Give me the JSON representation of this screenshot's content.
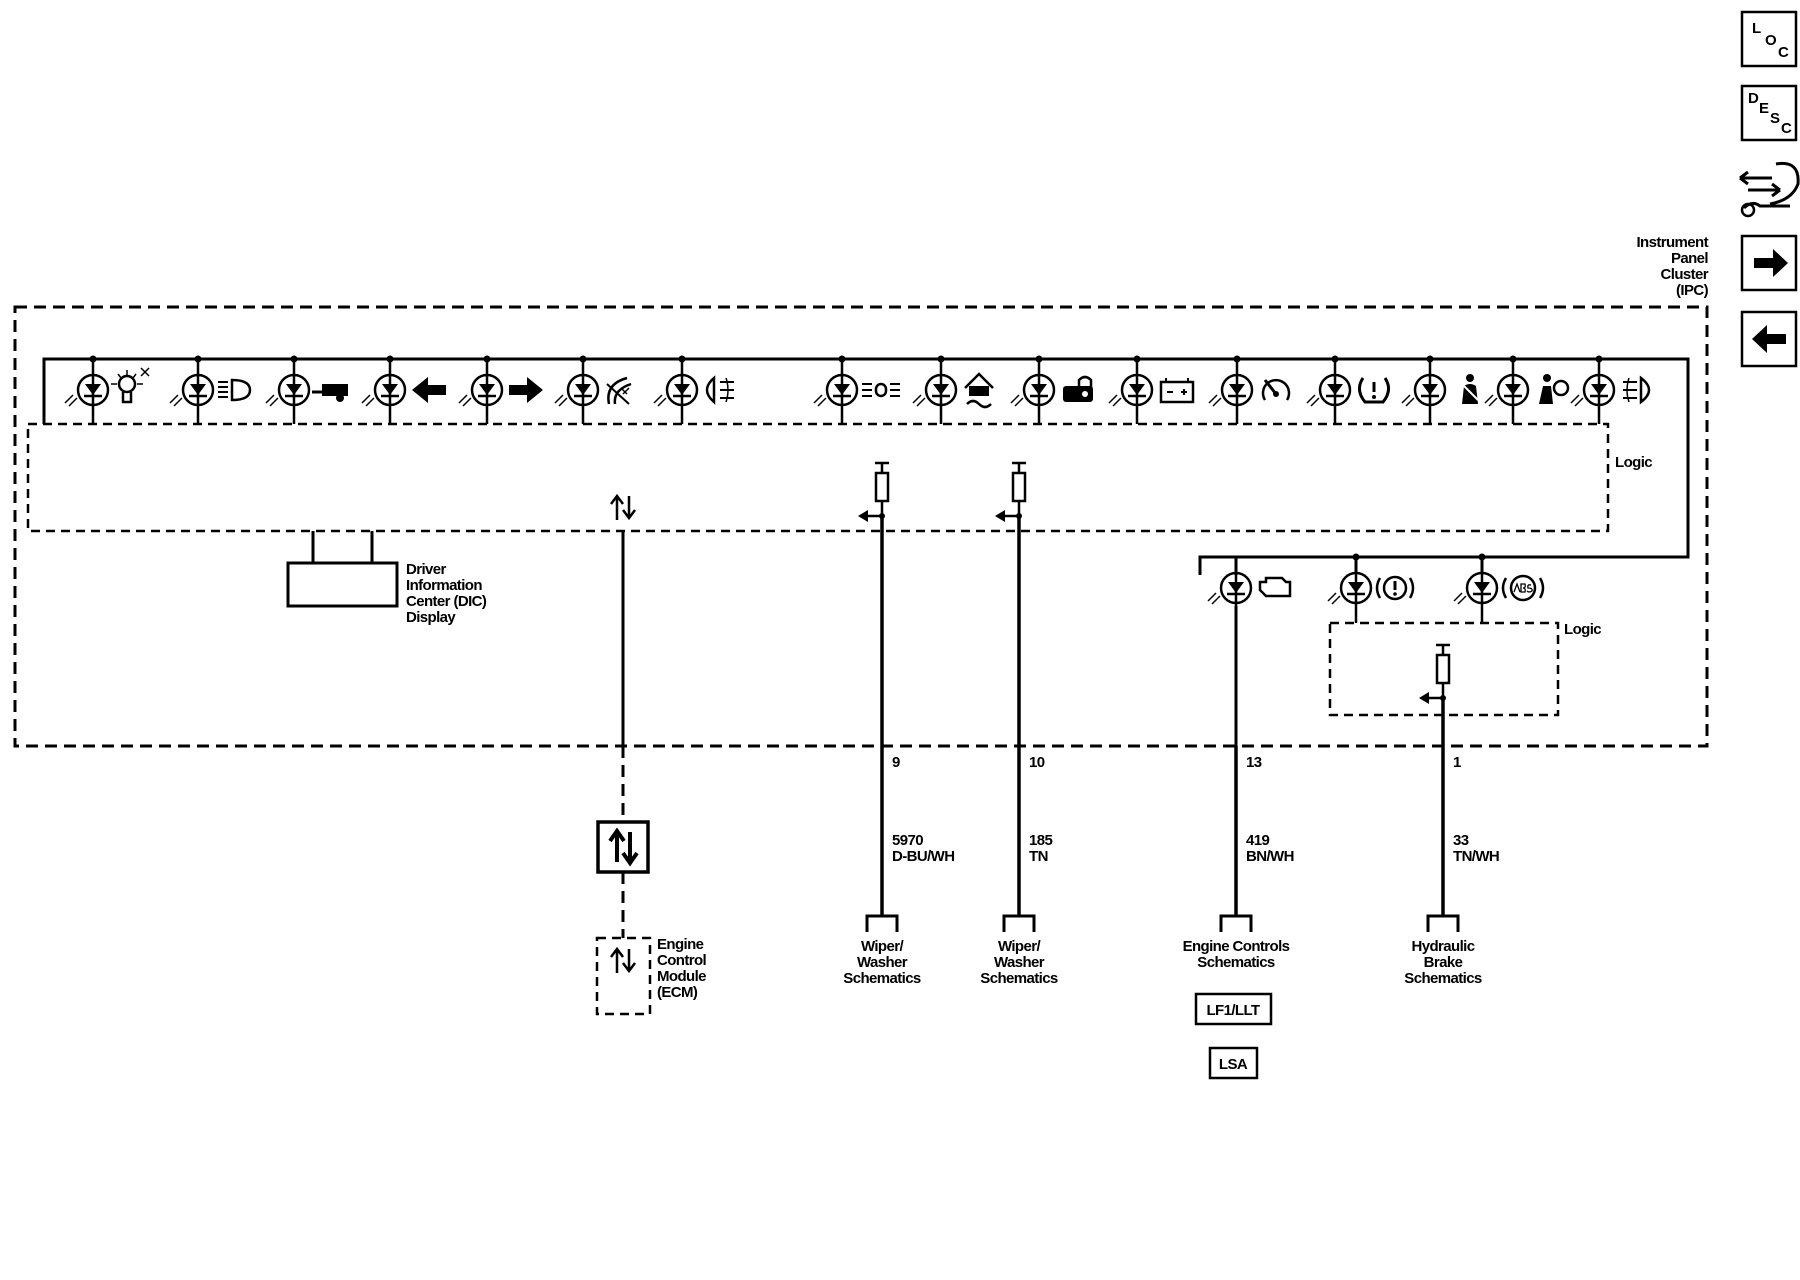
{
  "nav": {
    "loc": {
      "l1": "L",
      "l2": "O",
      "l3": "C"
    },
    "desc": {
      "l1": "D",
      "l2": "E",
      "l3": "S",
      "l4": "C"
    },
    "icons": [
      "connector-wrench-icon",
      "arrow-right-icon",
      "arrow-left-icon"
    ]
  },
  "ipc": {
    "title_lines": [
      "Instrument",
      "Panel",
      "Cluster",
      "(IPC)"
    ],
    "logic_label": "Logic",
    "logic2_label": "Logic"
  },
  "dic": {
    "label_lines": [
      "Driver",
      "Information",
      "Center (DIC)",
      "Display"
    ]
  },
  "indicators": [
    "bulb-failure-icon",
    "low-beam-icon",
    "trailer-icon",
    "turn-left-icon",
    "turn-right-icon",
    "brake-pad-icon",
    "front-fog-icon",
    "parking-lamp-icon",
    "traction-off-icon",
    "security-icon",
    "battery-icon",
    "speed-icon",
    "tire-pressure-icon",
    "seatbelt-icon",
    "airbag-icon",
    "rear-fog-icon"
  ],
  "lower_indicators": [
    "check-engine-icon",
    "brake-warning-icon",
    "abs-icon"
  ],
  "circuits": [
    {
      "pin": "9",
      "circuit": "5970",
      "color": "D-BU/WH",
      "dest_lines": [
        "Wiper/",
        "Washer",
        "Schematics"
      ]
    },
    {
      "pin": "10",
      "circuit": "185",
      "color": "TN",
      "dest_lines": [
        "Wiper/",
        "Washer",
        "Schematics"
      ]
    },
    {
      "pin": "13",
      "circuit": "419",
      "color": "BN/WH",
      "dest_lines": [
        "Engine Controls",
        "Schematics"
      ]
    },
    {
      "pin": "1",
      "circuit": "33",
      "color": "TN/WH",
      "dest_lines": [
        "Hydraulic",
        "Brake",
        "Schematics"
      ]
    }
  ],
  "engine_options": [
    "LF1/LLT",
    "LSA"
  ],
  "ecm": {
    "label_lines": [
      "Engine",
      "Control",
      "Module",
      "(ECM)"
    ]
  }
}
